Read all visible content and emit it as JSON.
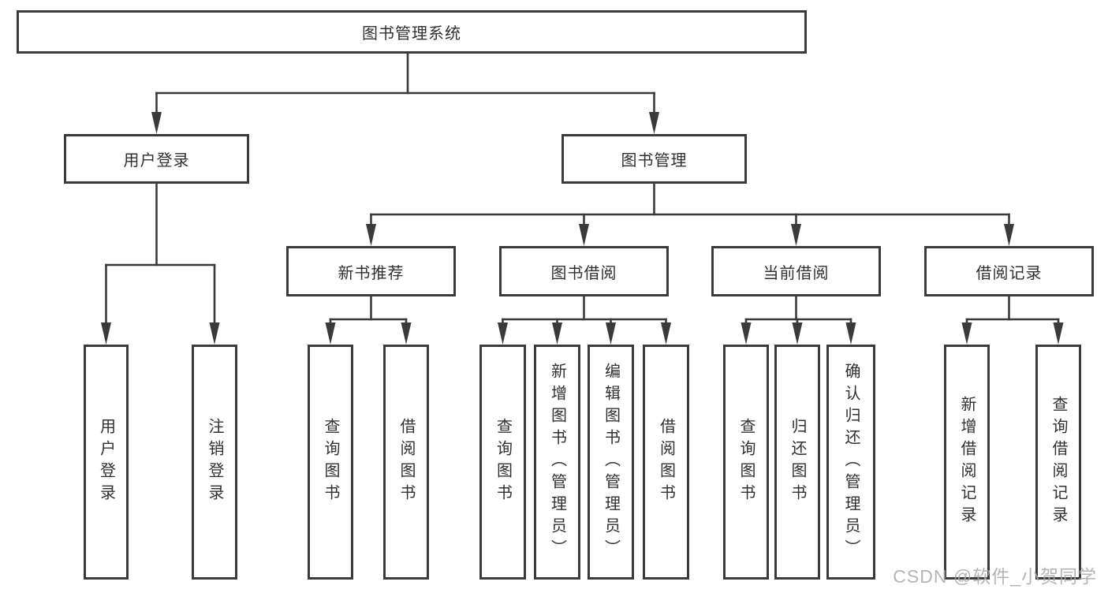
{
  "title": "图书管理系统",
  "watermark": "CSDN @软件_小贺同学",
  "colors": {
    "line": "#3a3a3a",
    "border": "#3a3a3a",
    "text": "#303030",
    "watermark": "#a8a8a8",
    "background": "#ffffff"
  },
  "nodes": {
    "root": {
      "label": "图书管理系统"
    },
    "user_login_branch": {
      "label": "用户登录"
    },
    "book_management_branch": {
      "label": "图书管理"
    },
    "user_login_leaf": {
      "label": "用户登录"
    },
    "logout_leaf": {
      "label": "注销登录"
    },
    "new_book_recommend": {
      "label": "新书推荐"
    },
    "book_borrow": {
      "label": "图书借阅"
    },
    "current_borrow": {
      "label": "当前借阅"
    },
    "borrow_record": {
      "label": "借阅记录"
    },
    "query_book_recommend": {
      "label": "查询图书"
    },
    "borrow_book_recommend": {
      "label": "借阅图书"
    },
    "query_book_borrow": {
      "label": "查询图书"
    },
    "add_book_admin": {
      "label": "新增图书（管理员）"
    },
    "edit_book_admin": {
      "label": "编辑图书（管理员）"
    },
    "borrow_book_borrow": {
      "label": "借阅图书"
    },
    "query_book_current": {
      "label": "查询图书"
    },
    "return_book": {
      "label": "归还图书"
    },
    "confirm_return_admin": {
      "label": "确认归还（管理员）"
    },
    "add_borrow_record": {
      "label": "新增借阅记录"
    },
    "query_borrow_record": {
      "label": "查询借阅记录"
    }
  }
}
